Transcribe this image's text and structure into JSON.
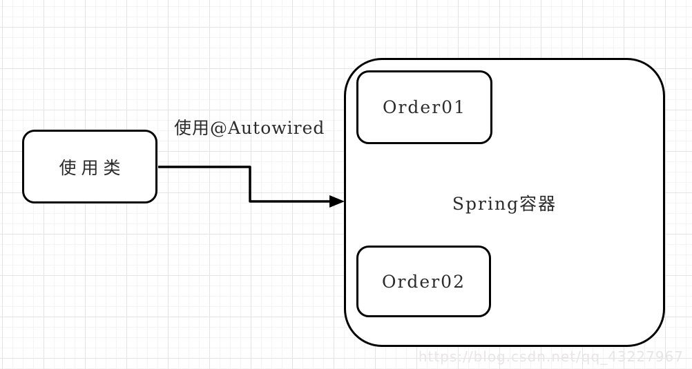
{
  "diagram": {
    "nodes": {
      "user_class": {
        "label": "使用类"
      },
      "spring_container": {
        "label": "Spring容器"
      },
      "order01": {
        "label": "Order01"
      },
      "order02": {
        "label": "Order02"
      }
    },
    "edges": [
      {
        "from": "user_class",
        "to": "spring_container",
        "label": "使用@Autowired",
        "style": "orthogonal-arrow"
      }
    ],
    "watermark": "https://blog.csdn.net/qq_43227967",
    "colors": {
      "stroke": "#000000",
      "background": "#ffffff",
      "grid_major": "#e3e3e3",
      "grid_minor": "#f4f4f4",
      "text": "#2b2b2b",
      "watermark": "#e8e5e5"
    }
  }
}
